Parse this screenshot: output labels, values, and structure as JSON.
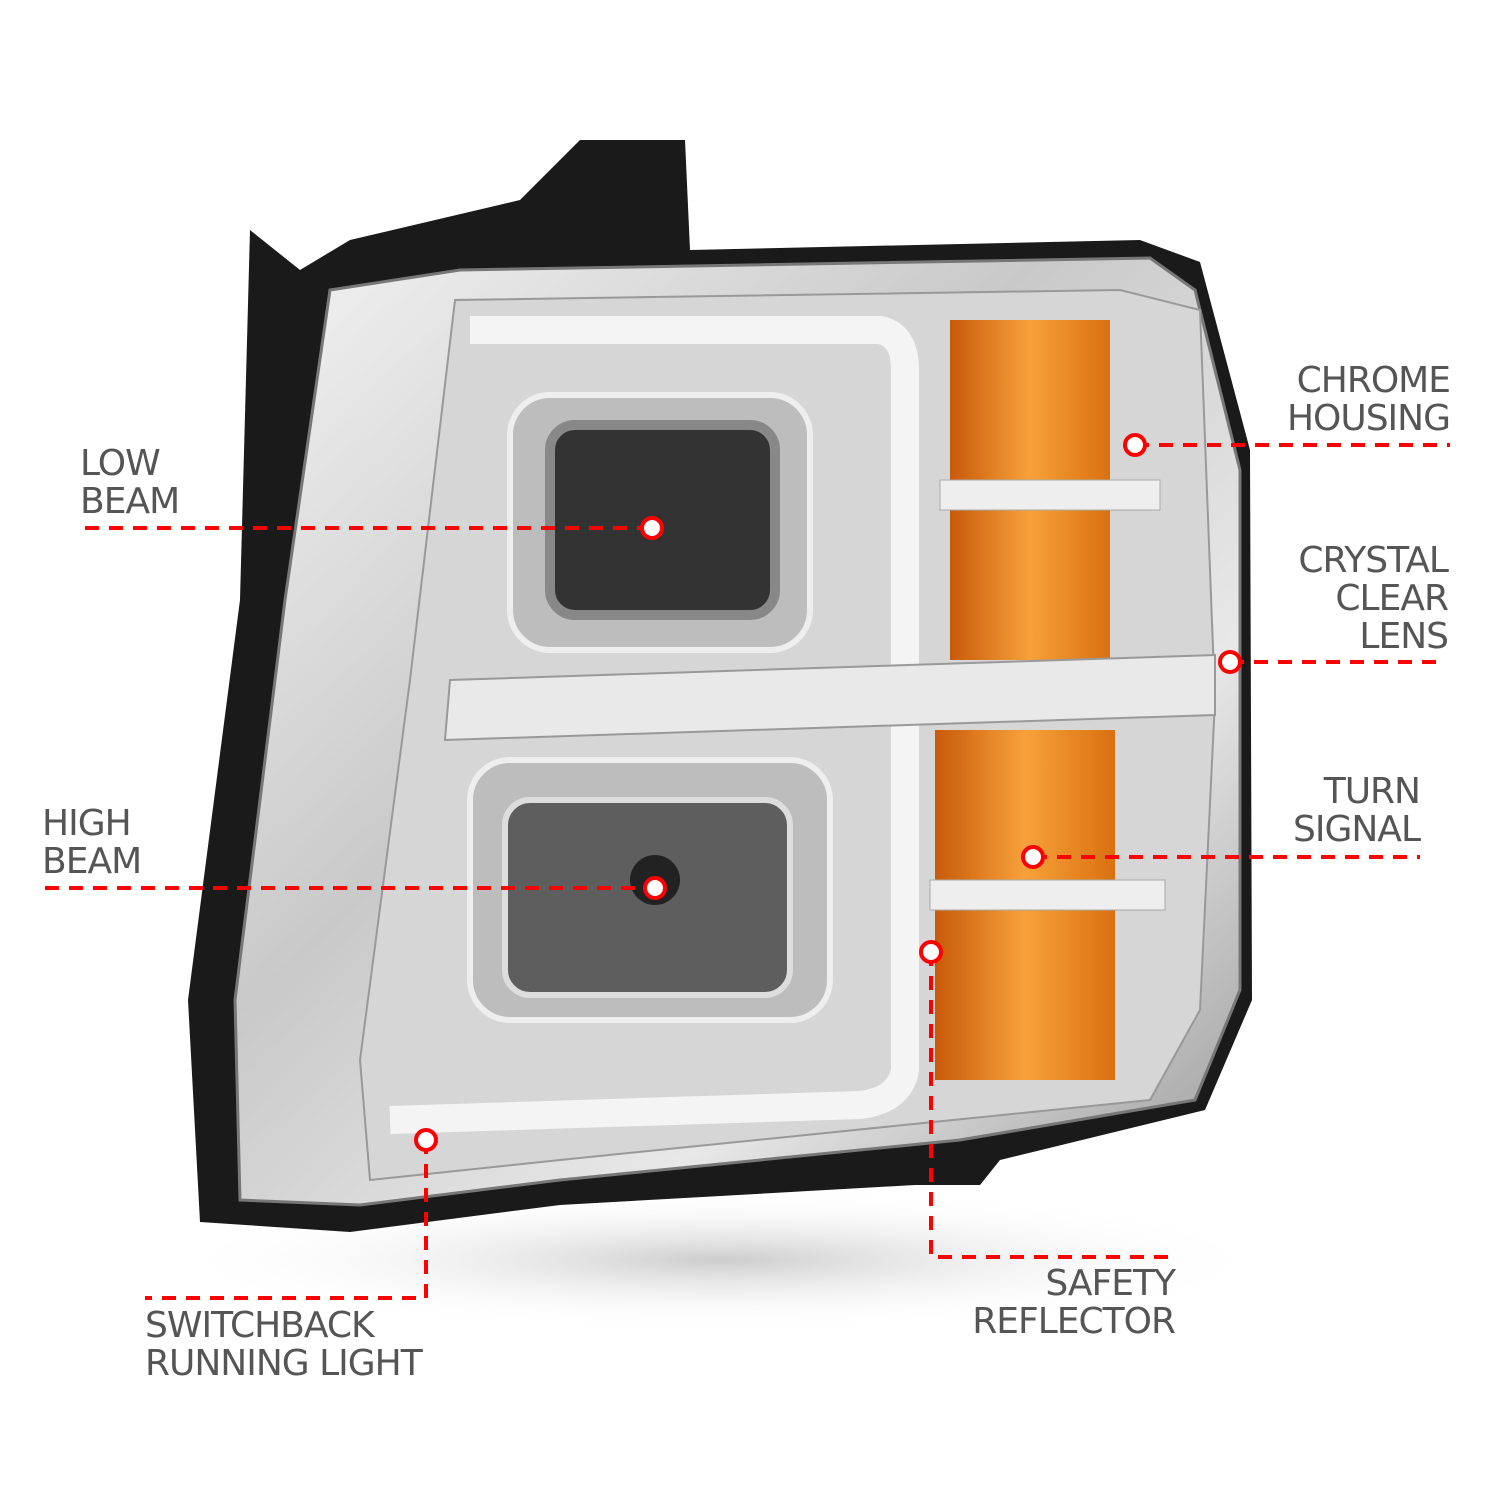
{
  "colors": {
    "accent": "#ff0000",
    "label_text": "#555555",
    "amber": "#f08a1c"
  },
  "callouts": {
    "low_beam": {
      "line1": "LOW",
      "line2": "BEAM"
    },
    "high_beam": {
      "line1": "HIGH",
      "line2": "BEAM"
    },
    "chrome_housing": {
      "line1": "CHROME",
      "line2": "HOUSING"
    },
    "crystal_clear_lens": {
      "line1": "CRYSTAL",
      "line2": "CLEAR",
      "line3": "LENS"
    },
    "turn_signal": {
      "line1": "TURN",
      "line2": "SIGNAL"
    },
    "safety_reflector": {
      "line1": "SAFETY",
      "line2": "REFLECTOR"
    },
    "switchback_running_light": {
      "line1": "SWITCHBACK",
      "line2": "RUNNING LIGHT"
    }
  }
}
